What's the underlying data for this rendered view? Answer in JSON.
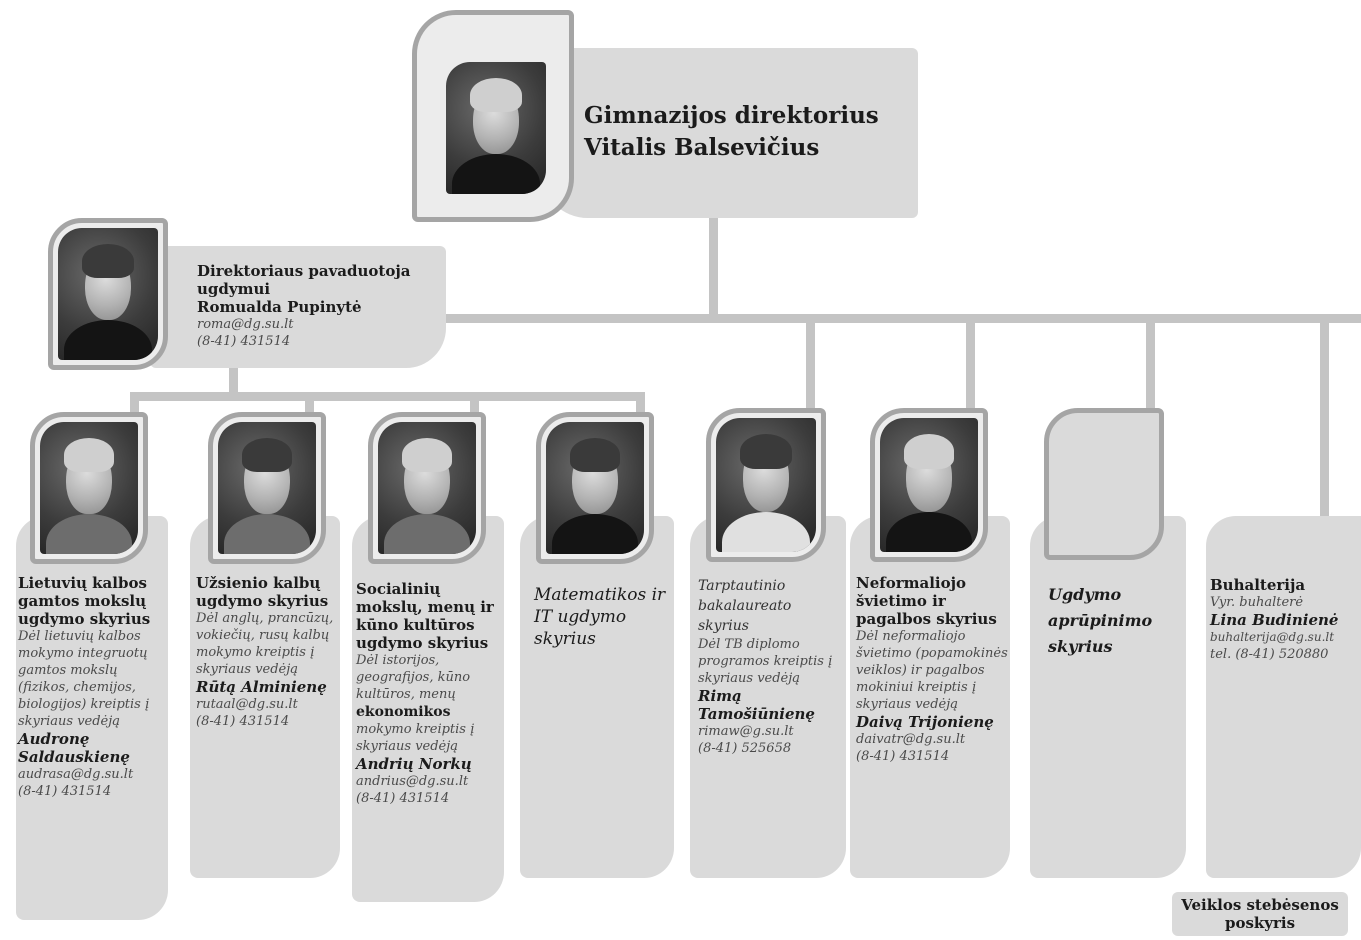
{
  "director": {
    "title": "Gimnazijos direktorius",
    "name": "Vitalis Balsevičius"
  },
  "deputy": {
    "title": "Direktoriaus pavaduotoja ugdymui",
    "name": "Romualda Pupinytė",
    "email": "roma@dg.su.lt",
    "phone": "(8-41) 431514"
  },
  "departments": [
    {
      "name": "Lietuvių kalbos gamtos mokslų ugdymo skyrius",
      "desc": "Dėl lietuvių kalbos mokymo integruotų gamtos mokslų (fizikos, chemijos, biologijos) kreiptis į skyriaus vedėją",
      "head": "Audronę Saldauskienę",
      "email": "audrasa@dg.su.lt",
      "phone": "(8-41) 431514"
    },
    {
      "name": "Užsienio kalbų ugdymo skyrius",
      "desc": "Dėl anglų, prancūzų, vokiečių, rusų kalbų mokymo kreiptis į skyriaus vedėją",
      "head": "Rūtą Alminienę",
      "email": "rutaal@dg.su.lt",
      "phone": "(8-41) 431514"
    },
    {
      "name": "Socialinių mokslų, menų ir kūno kultūros ugdymo skyrius",
      "desc": "Dėl istorijos, geografijos, kūno kultūros, menų",
      "desc_bold": "ekonomikos",
      "desc2": "mokymo kreiptis į skyriaus vedėją",
      "head": "Andrių Norkų",
      "email": "andrius@dg.su.lt",
      "phone": "(8-41) 431514"
    },
    {
      "name": "Matematikos ir IT ugdymo skyrius"
    },
    {
      "name": "Tarptautinio bakalaureato skyrius",
      "desc": "Dėl TB diplomo programos kreiptis į skyriaus vedėją",
      "head": "Rimą Tamošiūnienę",
      "email": "rimaw@g.su.lt",
      "phone": "(8-41) 525658"
    },
    {
      "name": "Neformaliojo švietimo ir pagalbos skyrius",
      "desc": "Dėl neformaliojo švietimo (popamokinės veiklos) ir pagalbos mokiniui kreiptis į skyriaus vedėją",
      "head": "Daivą Trijonienę",
      "email": "daivatr@dg.su.lt",
      "phone": "(8-41) 431514"
    },
    {
      "name": "Ugdymo aprūpinimo skyrius"
    },
    {
      "name": "Buhalterija",
      "role": "Vyr. buhalterė",
      "head": "Lina Budinienė",
      "email": "buhalterija@dg.su.lt",
      "phone": "tel. (8-41) 520880"
    }
  ],
  "monitoring": "Veiklos stebėsenos poskyris"
}
